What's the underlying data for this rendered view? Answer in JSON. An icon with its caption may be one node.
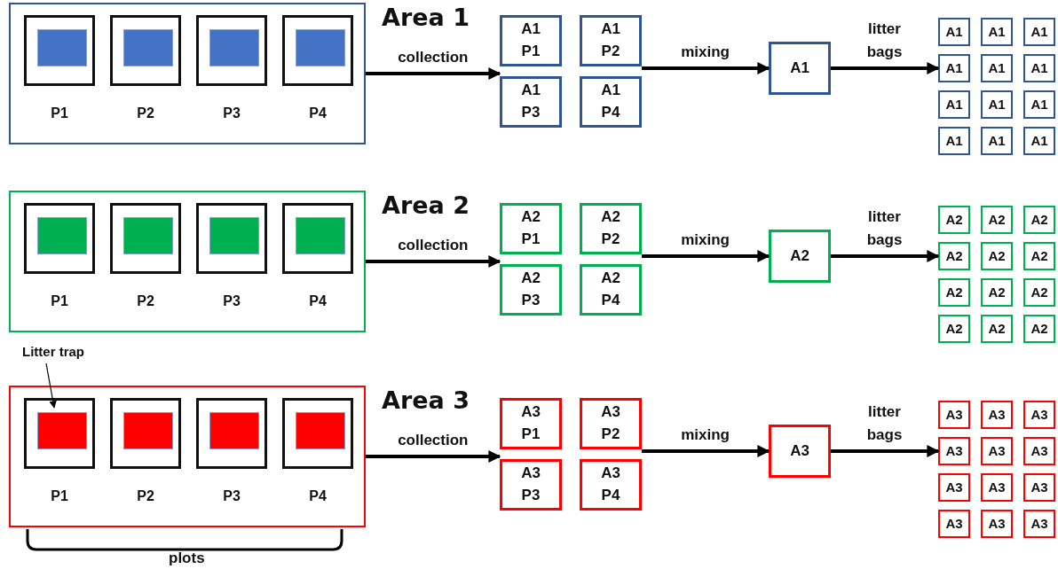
{
  "diagram": {
    "nodes": [
      {
        "text": [],
        "shape": "box"
      },
      {
        "text": [
          "P1"
        ],
        "in": 0
      },
      {
        "text": [],
        "shape": "box",
        "in": 1
      },
      {
        "text": [
          "P2"
        ],
        "in": 0
      },
      {
        "text": [],
        "shape": "box",
        "in": 3
      },
      {
        "text": [
          "P3"
        ],
        "in": 0
      },
      {
        "text": [],
        "shape": "box",
        "in": 5
      },
      {
        "text": [
          "P4"
        ],
        "in": 0
      },
      {
        "text": [],
        "shape": "box",
        "in": 7
      },
      {
        "text": [
          "A1 P1"
        ]
      },
      {
        "text": [
          "A1 P2"
        ]
      },
      {
        "text": [
          "A1 P3"
        ]
      },
      {
        "text": [
          "A1 P4"
        ]
      },
      {
        "text": [
          "A1"
        ]
      },
      {
        "text": [
          "A1"
        ]
      },
      {
        "text": [
          "A1"
        ]
      },
      {
        "text": [
          "A1"
        ]
      },
      {
        "text": [
          "A1"
        ]
      },
      {
        "text": [
          "A1"
        ]
      },
      {
        "text": [
          "A1"
        ]
      },
      {
        "text": [
          "A1"
        ]
      },
      {
        "text": [
          "A1"
        ]
      },
      {
        "text": [
          "A1"
        ]
      },
      {
        "text": [
          "A1"
        ]
      },
      {
        "text": [
          "A1"
        ]
      },
      {
        "text": [
          "A1"
        ]
      },
      {
        "text": [],
        "shape": "box"
      },
      {
        "text": [
          "P1"
        ],
        "in": 26
      },
      {
        "text": [],
        "shape": "box",
        "in": 27
      },
      {
        "text": [
          "P2"
        ],
        "in": 26
      },
      {
        "text": [],
        "shape": "box",
        "in": 29
      },
      {
        "text": [
          "P3"
        ],
        "in": 26
      },
      {
        "text": [],
        "shape": "box",
        "in": 31
      },
      {
        "text": [
          "P4"
        ],
        "in": 26
      },
      {
        "text": [],
        "shape": "box",
        "in": 33
      },
      {
        "text": [
          "A2 P1"
        ]
      },
      {
        "text": [
          "A2 P2"
        ]
      },
      {
        "text": [
          "A2 P3"
        ]
      },
      {
        "text": [
          "A2 P4"
        ]
      },
      {
        "text": [
          "A2"
        ]
      },
      {
        "text": [
          "A2"
        ]
      },
      {
        "text": [
          "A2"
        ]
      },
      {
        "text": [
          "A2"
        ]
      },
      {
        "text": [
          "A2"
        ]
      },
      {
        "text": [
          "A2"
        ]
      },
      {
        "text": [
          "A2"
        ]
      },
      {
        "text": [
          "A2"
        ]
      },
      {
        "text": [
          "A2"
        ]
      },
      {
        "text": [
          "A2"
        ]
      },
      {
        "text": [
          "A2"
        ]
      },
      {
        "text": [
          "A2"
        ]
      },
      {
        "text": [
          "A2"
        ]
      },
      {
        "text": [],
        "shape": "box"
      },
      {
        "text": [
          "P1"
        ],
        "in": 52
      },
      {
        "text": [],
        "shape": "box",
        "in": 53
      },
      {
        "text": [
          "P2"
        ],
        "in": 52
      },
      {
        "text": [],
        "shape": "box",
        "in": 55
      },
      {
        "text": [
          "P3"
        ],
        "in": 52
      },
      {
        "text": [],
        "shape": "box",
        "in": 57
      },
      {
        "text": [
          "P4"
        ],
        "in": 52
      },
      {
        "text": [],
        "shape": "box",
        "in": 59
      },
      {
        "text": [
          "A3 P1"
        ]
      },
      {
        "text": [
          "A3 P2"
        ]
      },
      {
        "text": [
          "A3 P3"
        ]
      },
      {
        "text": [
          "A3 P4"
        ]
      },
      {
        "text": [
          "A3"
        ]
      },
      {
        "text": [
          "A3"
        ]
      },
      {
        "text": [
          "A3"
        ]
      },
      {
        "text": [
          "A3"
        ]
      },
      {
        "text": [
          "A3"
        ]
      },
      {
        "text": [
          "A3"
        ]
      },
      {
        "text": [
          "A3"
        ]
      },
      {
        "text": [
          "A3"
        ]
      },
      {
        "text": [
          "A3"
        ]
      },
      {
        "text": [
          "A3"
        ]
      },
      {
        "text": [
          "A3"
        ]
      },
      {
        "text": [
          "A3"
        ]
      },
      {
        "text": [
          "A3"
        ]
      },
      {
        "text": [
          "Litter trap"
        ]
      }
    ],
    "edges": [
      {
        "from": 0,
        "to": 9,
        "arrow": "to",
        "label": "collection"
      },
      {
        "from": 10,
        "to": 13,
        "arrow": "to",
        "label": "mixing"
      },
      {
        "from": 13,
        "to": 17,
        "arrow": "to",
        "label": "litter bags"
      },
      {
        "from": 26,
        "to": 35,
        "arrow": "to",
        "label": "collection"
      },
      {
        "from": 36,
        "to": 39,
        "arrow": "to",
        "label": "mixing"
      },
      {
        "from": 39,
        "to": 43,
        "arrow": "to",
        "label": "litter bags"
      },
      {
        "from": 52,
        "to": 61,
        "arrow": "to",
        "label": "collection"
      },
      {
        "from": 62,
        "to": 65,
        "arrow": "to",
        "label": "mixing"
      },
      {
        "from": 65,
        "to": 69,
        "arrow": "to",
        "label": "litter bags"
      },
      {
        "from": 78,
        "to": 54,
        "arrow": "to"
      }
    ],
    "labels": [
      "Area 1",
      "Area 2",
      "Area 3",
      "plots"
    ]
  }
}
